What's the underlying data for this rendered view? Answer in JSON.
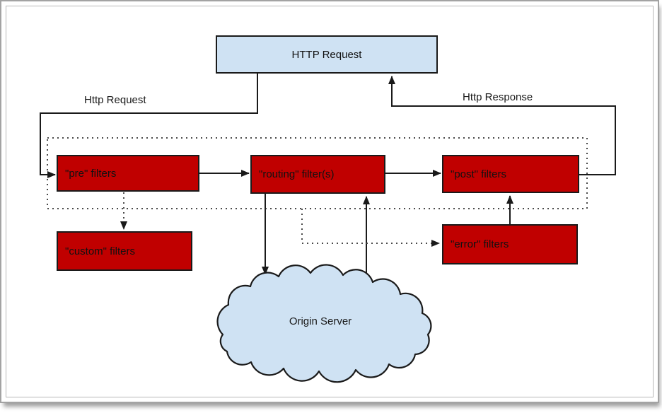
{
  "diagram": {
    "http_request_label": "HTTP Request",
    "edge_labels": {
      "request": "Http Request",
      "response": "Http Response"
    },
    "nodes": {
      "pre": "\"pre\" filters",
      "routing": "\"routing\" filter(s)",
      "post": "\"post\" filters",
      "custom": "\"custom\" filters",
      "error": "\"error\" filters",
      "origin": "Origin Server"
    },
    "colors": {
      "filter_box": "#c00000",
      "info_box": "#cfe2f3",
      "cloud_fill": "#cfe2f3",
      "line": "#1a1a1a",
      "dotted": "#4a4a4a",
      "box_text": "#111111"
    }
  }
}
